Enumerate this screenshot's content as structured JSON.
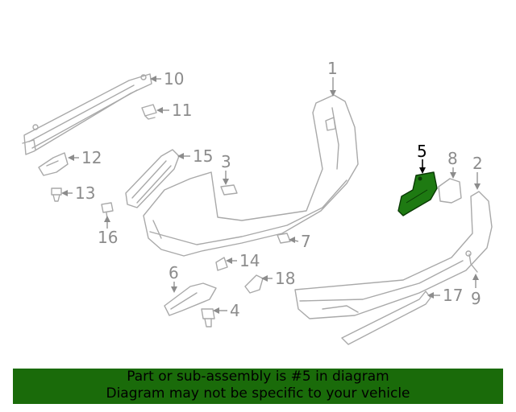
{
  "diagram": {
    "callouts": {
      "c1": "1",
      "c2": "2",
      "c3": "3",
      "c4": "4",
      "c5": "5",
      "c6": "6",
      "c7": "7",
      "c8": "8",
      "c9": "9",
      "c10": "10",
      "c11": "11",
      "c12": "12",
      "c13": "13",
      "c14": "14",
      "c15": "15",
      "c16": "16",
      "c17": "17",
      "c18": "18"
    },
    "highlighted_part": "5",
    "colors": {
      "highlight": "#1e7a12",
      "part_line": "#a9a9a9",
      "banner": "#1a6b0a"
    }
  },
  "banner": {
    "line1": "Part or sub-assembly is #5 in diagram",
    "line2": "Diagram may not be specific to your vehicle"
  }
}
